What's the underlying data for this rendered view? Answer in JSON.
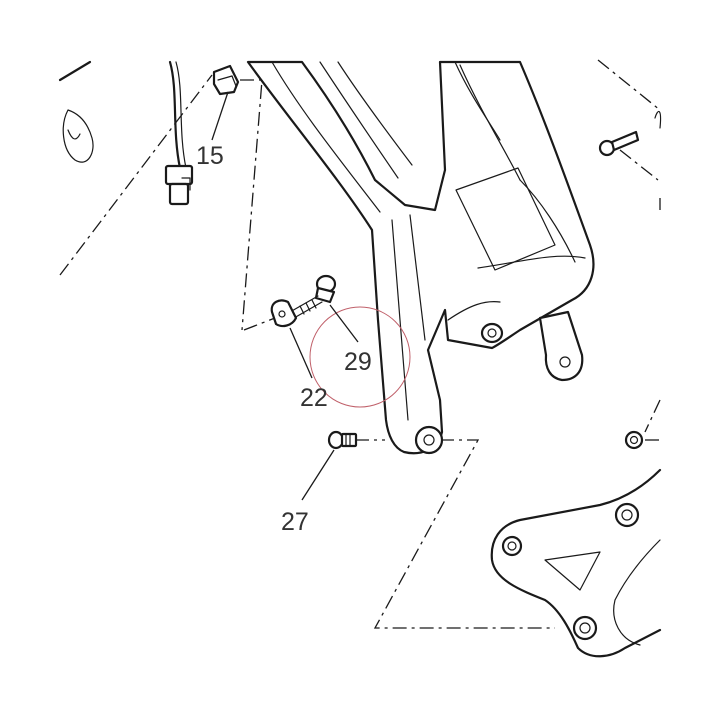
{
  "callouts": {
    "c15": "15",
    "c22": "22",
    "c27": "27",
    "c29": "29"
  },
  "colors": {
    "line": "#1a1a1a",
    "text": "#333333",
    "highlight": "#c0606a"
  }
}
